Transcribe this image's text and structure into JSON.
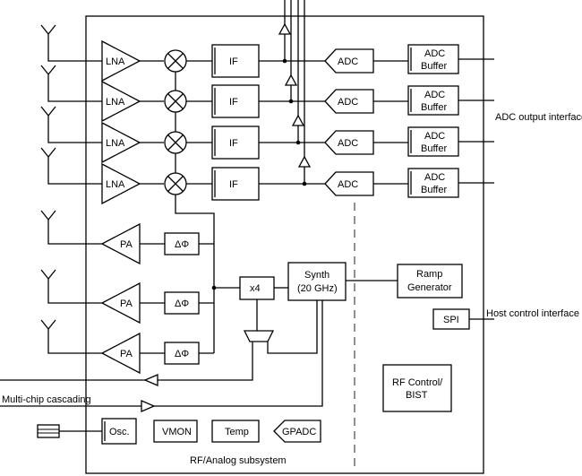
{
  "labels": {
    "lna": "LNA",
    "if": "IF",
    "adc": "ADC",
    "adc_buffer_line1": "ADC",
    "adc_buffer_line2": "Buffer",
    "pa": "PA",
    "phase_shifter": "ΔΦ",
    "x4": "x4",
    "synth_line1": "Synth",
    "synth_line2": "(20 GHz)",
    "ramp_line1": "Ramp",
    "ramp_line2": "Generator",
    "spi": "SPI",
    "rf_control_line1": "RF Control/",
    "rf_control_line2": "BIST",
    "osc": "Osc.",
    "vmon": "VMON",
    "temp": "Temp",
    "gpadc": "GPADC",
    "subsystem": "RF/Analog subsystem",
    "adc_output_interface": "ADC output interface",
    "host_control_interface": "Host control interface",
    "multi_chip_cascading": "Multi-chip cascading"
  }
}
